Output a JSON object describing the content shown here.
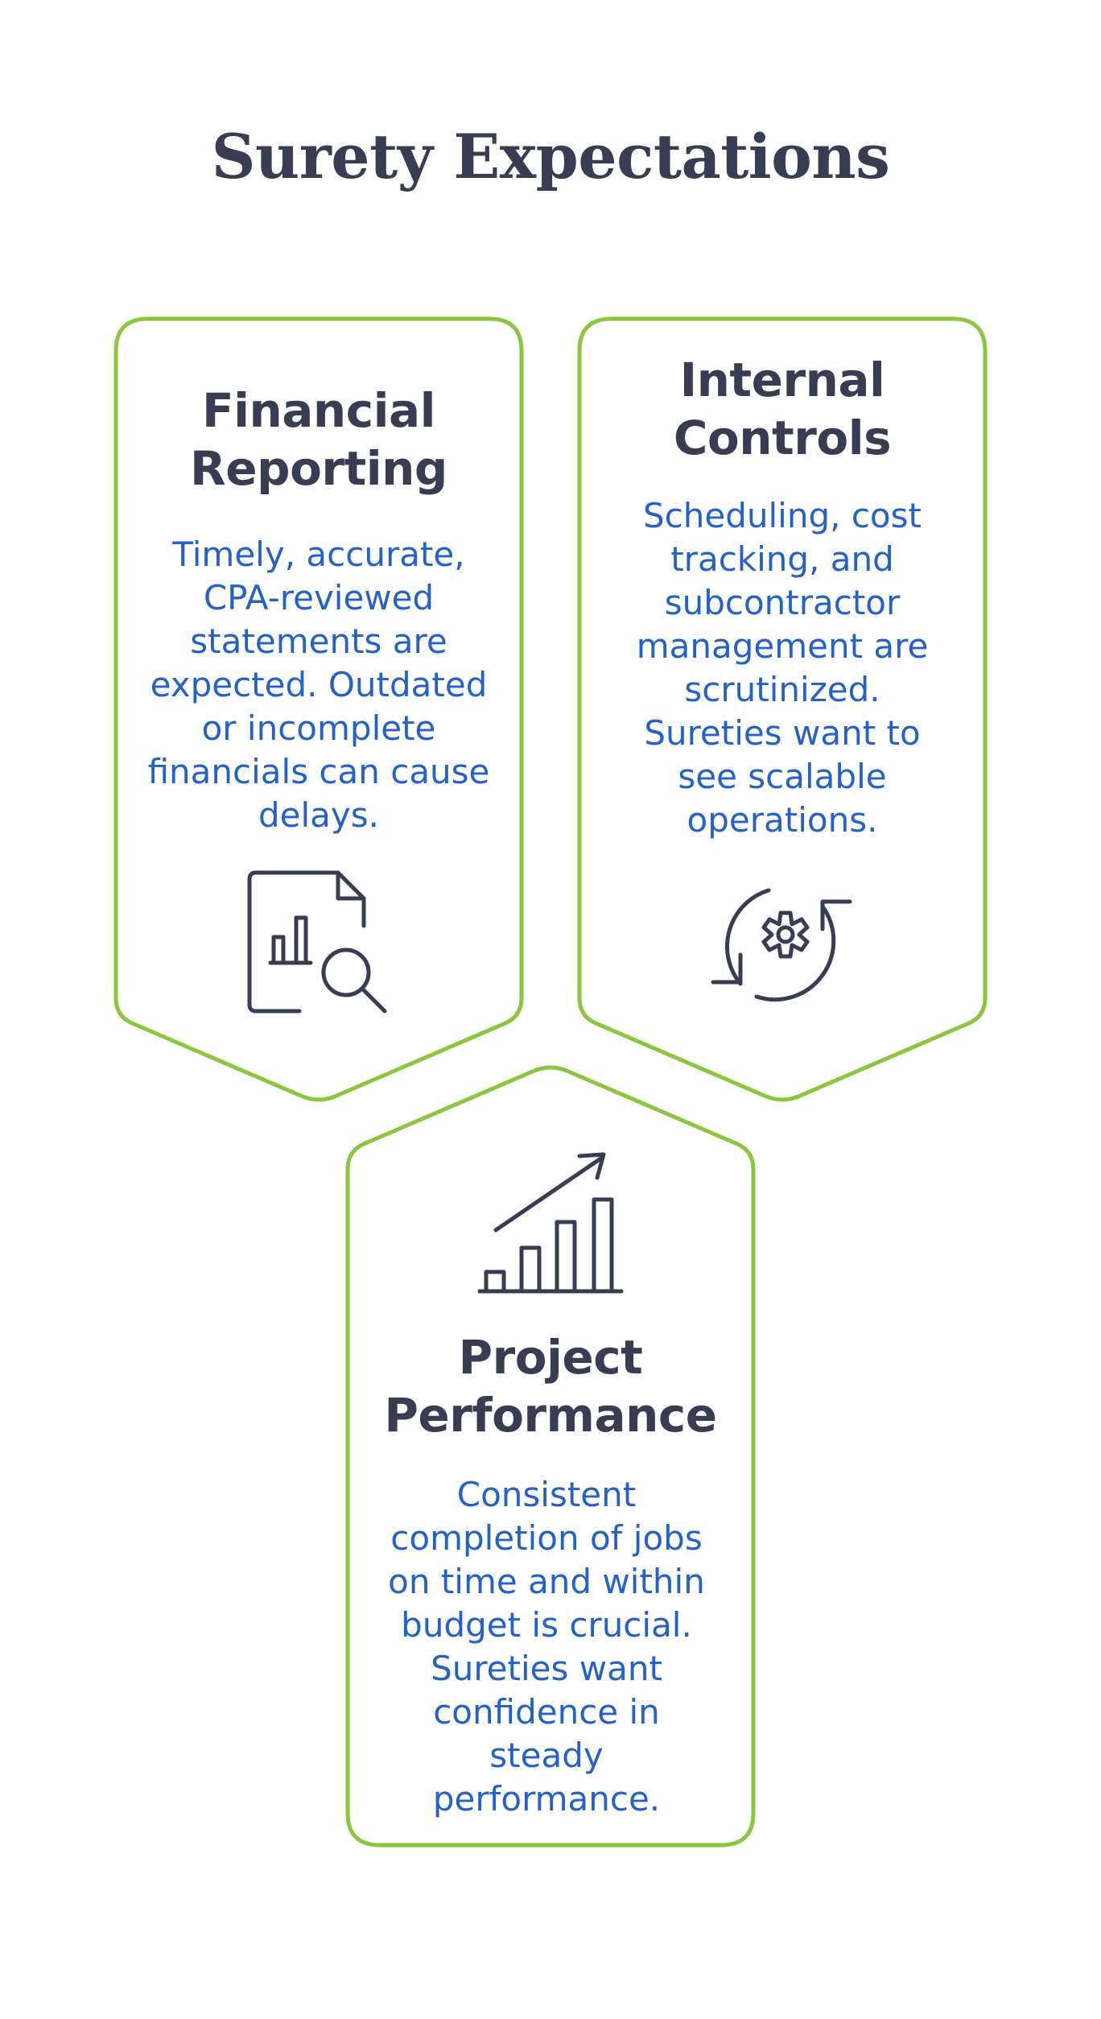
{
  "title": "Surety Expectations",
  "colors": {
    "border": "#8cc63f",
    "heading": "#383d52",
    "body_text": "#2461c9",
    "icon": "#383d52"
  },
  "cards": [
    {
      "title": "Financial Reporting",
      "description": "Timely, accurate, CPA-reviewed statements are expected. Outdated or incomplete financials can cause delays.",
      "icon": "document-chart-magnifier-icon"
    },
    {
      "title": "Internal Controls",
      "description": "Scheduling, cost tracking, and subcontractor management are scrutinized. Sureties want to see scalable operations.",
      "icon": "gear-cycle-icon"
    },
    {
      "title": "Project Performance",
      "description": "Consistent completion of jobs on time and within budget is crucial. Sureties want confidence in steady performance.",
      "icon": "growth-chart-arrow-icon"
    }
  ]
}
